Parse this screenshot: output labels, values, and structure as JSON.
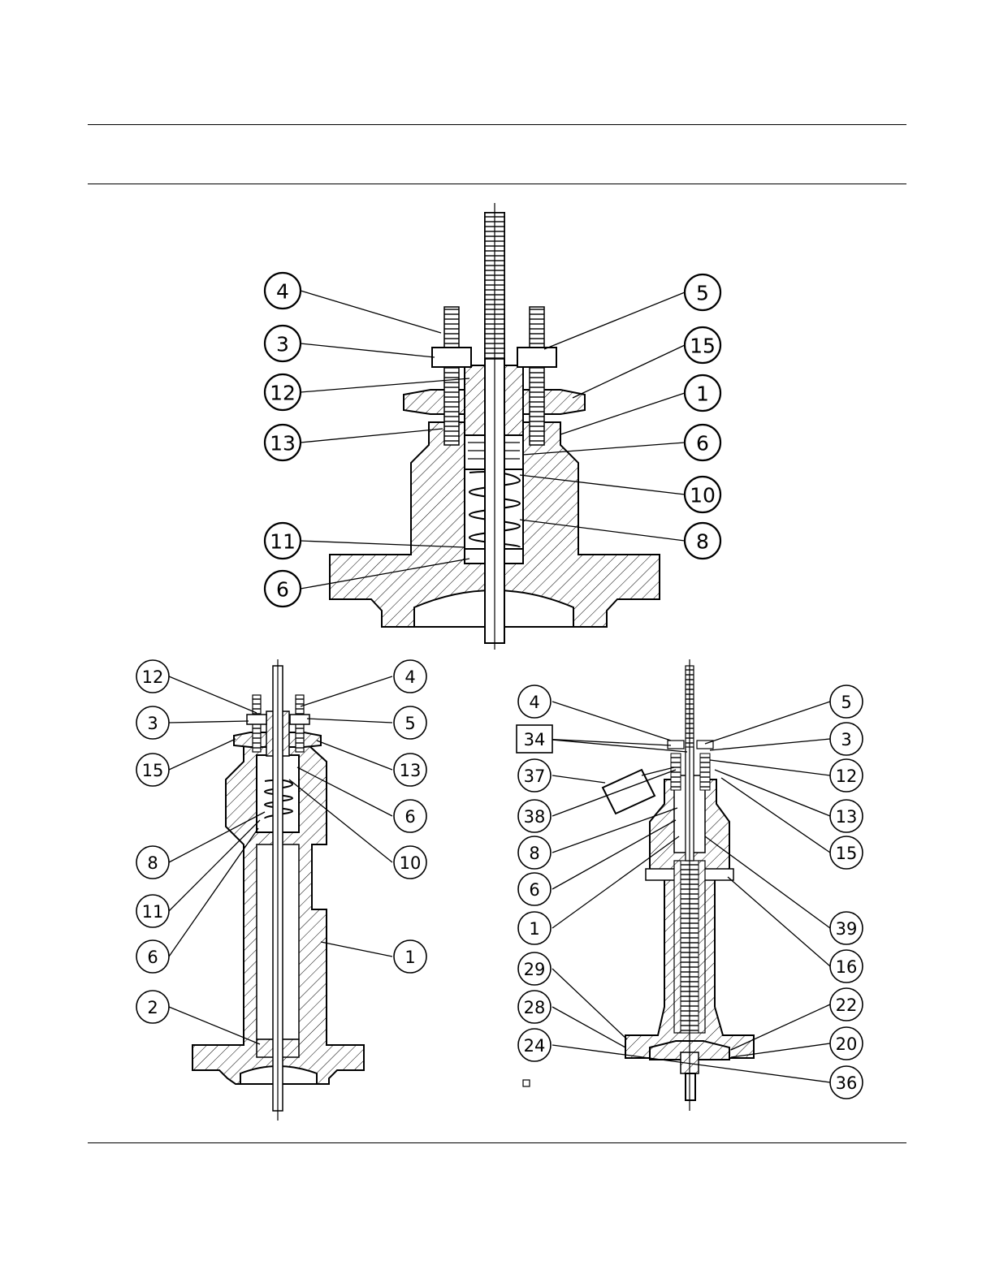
{
  "figures": [
    {
      "name": "top-bonnet",
      "callouts": [
        {
          "label": "4"
        },
        {
          "label": "3"
        },
        {
          "label": "12"
        },
        {
          "label": "13"
        },
        {
          "label": "11"
        },
        {
          "label": "6"
        },
        {
          "label": "5"
        },
        {
          "label": "15"
        },
        {
          "label": "1"
        },
        {
          "label": "6"
        },
        {
          "label": "10"
        },
        {
          "label": "8"
        }
      ]
    },
    {
      "name": "extension-bonnet",
      "callouts": [
        {
          "label": "12"
        },
        {
          "label": "3"
        },
        {
          "label": "15"
        },
        {
          "label": "8"
        },
        {
          "label": "11"
        },
        {
          "label": "6"
        },
        {
          "label": "2"
        },
        {
          "label": "4"
        },
        {
          "label": "5"
        },
        {
          "label": "13"
        },
        {
          "label": "6"
        },
        {
          "label": "10"
        },
        {
          "label": "1"
        }
      ]
    },
    {
      "name": "bellows-bonnet",
      "callouts": [
        {
          "label": "4"
        },
        {
          "label": "34"
        },
        {
          "label": "37"
        },
        {
          "label": "38"
        },
        {
          "label": "8"
        },
        {
          "label": "6"
        },
        {
          "label": "1"
        },
        {
          "label": "29"
        },
        {
          "label": "28"
        },
        {
          "label": "24"
        },
        {
          "label": "5"
        },
        {
          "label": "3"
        },
        {
          "label": "12"
        },
        {
          "label": "13"
        },
        {
          "label": "15"
        },
        {
          "label": "39"
        },
        {
          "label": "16"
        },
        {
          "label": "22"
        },
        {
          "label": "20"
        },
        {
          "label": "36"
        }
      ]
    }
  ]
}
